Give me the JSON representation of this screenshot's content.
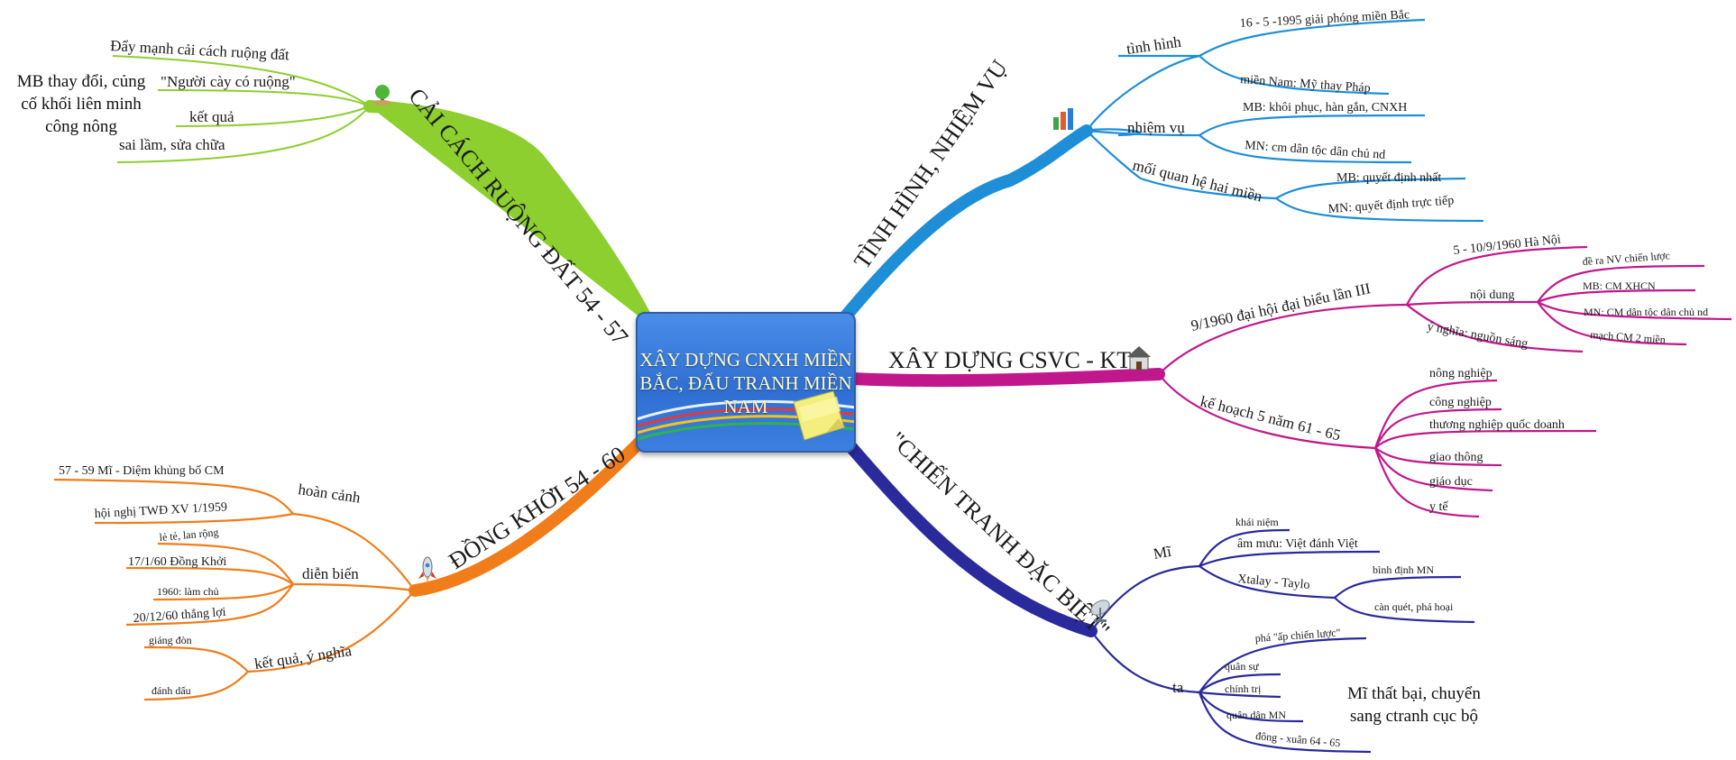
{
  "center": {
    "title": "XÂY DỰNG CNXH MIỀN BẮC, ĐẤU TRANH MIỀN NAM"
  },
  "colors": {
    "green": "#8ccf2e",
    "blue": "#1e8ed6",
    "magenta": "#c0188c",
    "navy": "#2a2a9c",
    "orange": "#f07d1a"
  },
  "branches": {
    "caicach": {
      "label": "CẢI CÁCH RUỘNG ĐẤT 54 - 57",
      "icon": "tree-icon",
      "children": [
        "Đẩy mạnh cải cách ruộng đất",
        "\"Người cày có ruộng\"",
        "kết quả",
        "sai lầm, sửa chữa"
      ],
      "note": [
        "MB thay đổi, củng",
        "cố khối liên minh",
        "công nông"
      ]
    },
    "tinhhinh": {
      "label": "TÌNH HÌNH, NHIỆM VỤ",
      "icon": "bar-chart-icon",
      "groups": [
        {
          "label": "tình hình",
          "children": [
            "16 - 5 -1995 giải phóng miền Bắc",
            "miền Nam: Mỹ thay Pháp"
          ]
        },
        {
          "label": "nhiệm vụ",
          "children": [
            "MB: khôi phục, hàn gắn, CNXH",
            "MN: cm dân tộc dân chủ nd"
          ]
        },
        {
          "label": "mối quan hệ hai miền",
          "children": [
            "MB: quyết định nhất",
            "MN: quyết định trực tiếp"
          ]
        }
      ]
    },
    "xaydung": {
      "label": "XÂY DỰNG CSVC - KT",
      "icon": "house-icon",
      "dh": {
        "label": "9/1960 đại hội đại biểu lần III",
        "date": "5 - 10/9/1960 Hà Nội",
        "noidung": "nội dung",
        "noidung_children": [
          "đề ra NV chiến lược",
          "MB: CM XHCN",
          "MN: CM dân tộc dân chủ nd",
          "mạch CM 2 miền"
        ],
        "ynghia": "ý nghĩa: nguồn sáng"
      },
      "kh": {
        "label": "kế hoạch 5 năm 61 - 65",
        "children": [
          "nông nghiệp",
          "công nghiệp",
          "thương nghiệp quốc doanh",
          "giao thông",
          "giáo dục",
          "y tế"
        ]
      }
    },
    "chientranh": {
      "label": "\"CHIẾN TRANH ĐẶC BIỆT\"",
      "icon": "satellite-dish-icon",
      "mi": {
        "label": "Mĩ",
        "children": [
          "khái niệm",
          "âm mưu: Việt đánh Việt"
        ],
        "xtalay": "Xtalay - Taylo",
        "xtalay_children": [
          "bình định MN",
          "càn quét, phá hoại"
        ]
      },
      "ta": {
        "label": "ta",
        "children": [
          "phá \"ấp chiến lược\"",
          "quân sự",
          "chính trị",
          "quân dân MN",
          "đông - xuân 64 - 65"
        ]
      },
      "note": [
        "Mĩ thất bại, chuyển",
        "sang ctranh cục bộ"
      ]
    },
    "dongkhoi": {
      "label": "ĐỒNG KHỞI 54 - 60",
      "icon": "rocket-icon",
      "groups": [
        {
          "label": "hoàn cảnh",
          "children": [
            "57 - 59 Mĩ - Diệm khủng bố CM",
            "hội nghị TWĐ XV 1/1959"
          ]
        },
        {
          "label": "diễn biến",
          "children": [
            "lẻ tẻ, lan rộng",
            "17/1/60 Đồng Khởi",
            "1960: làm chủ",
            "20/12/60 thắng lợi"
          ]
        },
        {
          "label": "kết quả, ý nghĩa",
          "children": [
            "giáng đòn",
            "đánh dấu"
          ]
        }
      ]
    }
  }
}
